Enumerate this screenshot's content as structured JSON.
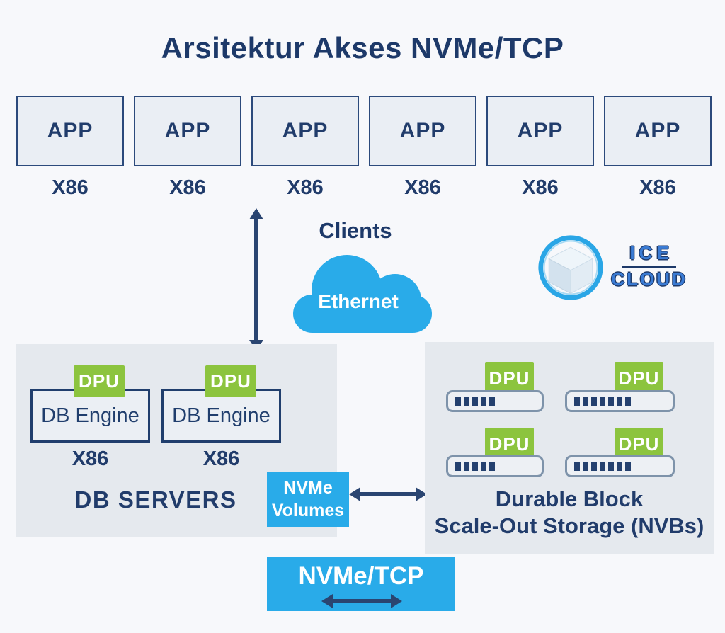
{
  "title": "Arsitektur Akses NVMe/TCP",
  "apps": [
    {
      "label": "APP",
      "platform": "X86"
    },
    {
      "label": "APP",
      "platform": "X86"
    },
    {
      "label": "APP",
      "platform": "X86"
    },
    {
      "label": "APP",
      "platform": "X86"
    },
    {
      "label": "APP",
      "platform": "X86"
    },
    {
      "label": "APP",
      "platform": "X86"
    }
  ],
  "network": {
    "clients_label": "Clients",
    "cloud_label": "Ethernet"
  },
  "logo": {
    "top": "ICE",
    "bottom": "CLOUD"
  },
  "db_servers": {
    "label": "DB SERVERS",
    "engines": [
      {
        "dpu": "DPU",
        "label": "DB Engine",
        "platform": "X86"
      },
      {
        "dpu": "DPU",
        "label": "DB Engine",
        "platform": "X86"
      }
    ]
  },
  "nvme_volumes": {
    "line1": "NVMe",
    "line2": "Volumes"
  },
  "storage": {
    "label_line1": "Durable Block",
    "label_line2": "Scale-Out Storage (NVBs)",
    "units": [
      {
        "dpu": "DPU",
        "dots": 5
      },
      {
        "dpu": "DPU",
        "dots": 7
      },
      {
        "dpu": "DPU",
        "dots": 5
      },
      {
        "dpu": "DPU",
        "dots": 7
      }
    ]
  },
  "nvme_tcp": {
    "label": "NVMe/TCP"
  },
  "colors": {
    "navy_text": "#213c6b",
    "title_navy": "#1d3969",
    "bright_blue": "#29abe9",
    "dpu_green": "#8cc43e",
    "panel_gray": "#e5e9ee",
    "box_fill": "#eaeef4",
    "background": "#f7f8fb"
  }
}
